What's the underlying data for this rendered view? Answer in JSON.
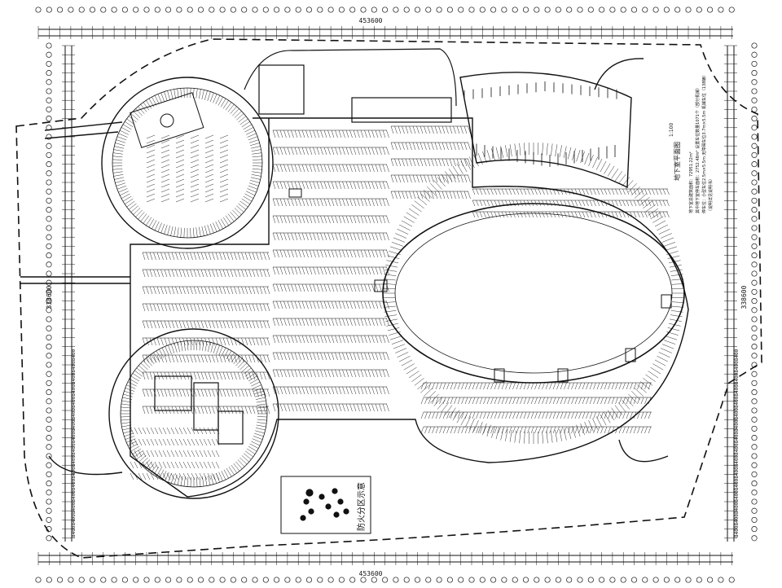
{
  "drawing": {
    "top_dimension": "453600",
    "bottom_dimension": "453600",
    "left_dimension": "338600",
    "right_dimension": "338600",
    "side_strip_text": "8400840084008400840084008400840084008400840084008400840084008400",
    "legend_title": "防火分区示意",
    "plan_title": "地下室平面图",
    "plan_scale": "1:100",
    "notes": [
      "地下室总建筑面积：72951.22m²",
      "其中地下室停车面积：2752.48m²   设置车位数量1071个（部分机械）",
      "停车位：小型车位2.5m×5.5m  无障碍车位3.7m×5.5m  机械车位（138辆）",
      "（说明详见说明书）"
    ]
  },
  "colors": {
    "ink": "#111111",
    "paper": "#ffffff"
  }
}
